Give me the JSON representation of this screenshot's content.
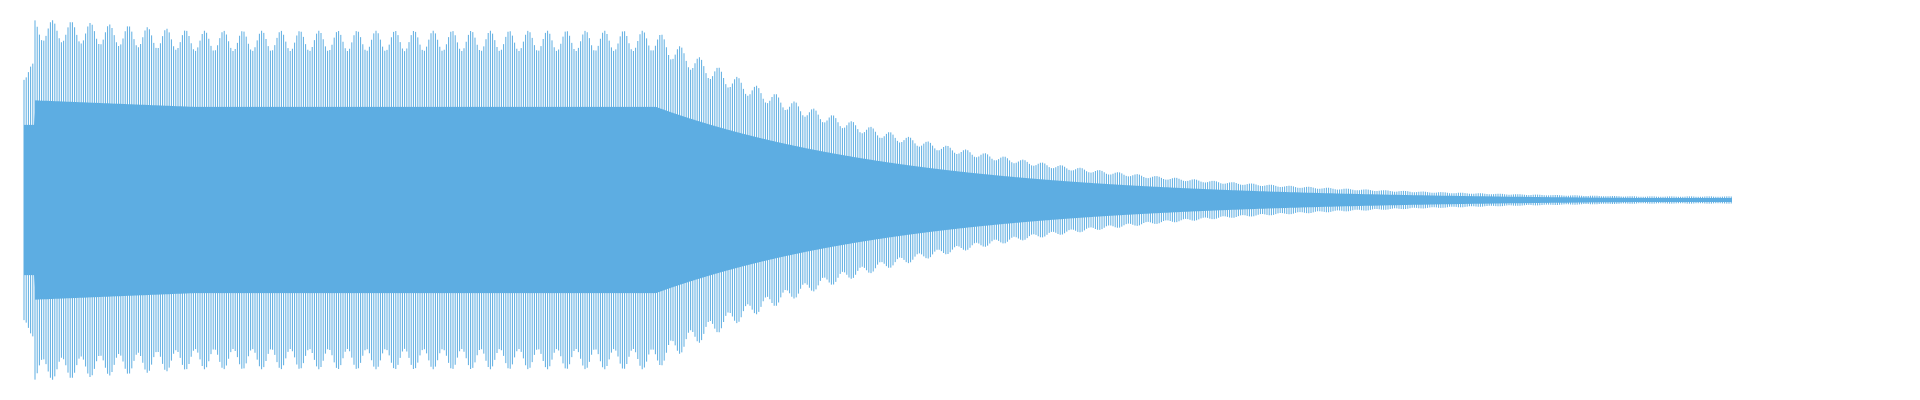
{
  "waveform": {
    "color": "#5dade2",
    "background": "#ffffff",
    "envelope": {
      "attack_peak": 1.0,
      "sustain_level": 0.93,
      "release_end": 0.0,
      "tail_level": 0.02
    },
    "tremolo_depth": 0.12
  }
}
